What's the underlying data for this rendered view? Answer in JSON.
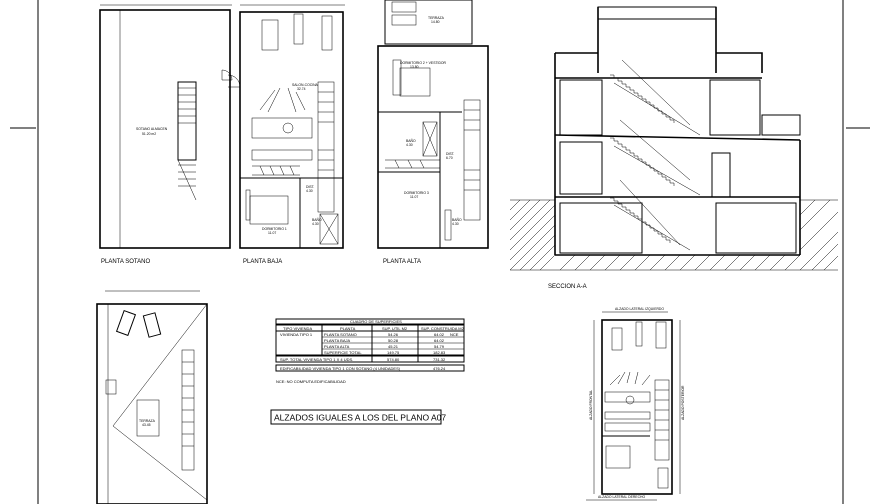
{
  "plans": {
    "sotano": {
      "title": "PLANTA SOTANO",
      "room": "SOTANO ALMACEN",
      "area": "51.20 m2"
    },
    "baja": {
      "title": "PLANTA BAJA",
      "rooms": [
        {
          "name": "SALON-COCINA",
          "area": "32.74"
        },
        {
          "name": "DORMITORIO 1",
          "area": "11.07"
        },
        {
          "name": "BAÑO",
          "area": "4.30"
        },
        {
          "name": "DIST.",
          "area": "4.30"
        }
      ]
    },
    "alta": {
      "title": "PLANTA ALTA",
      "rooms": [
        {
          "name": "TERRAZA",
          "area": "14.80"
        },
        {
          "name": "DORMITORIO 2 + VESTIDOR",
          "area": "13.80"
        },
        {
          "name": "BAÑO",
          "area": "4.30"
        },
        {
          "name": "DIST.",
          "area": "6.70"
        },
        {
          "name": "DORMITORIO 3",
          "area": "11.07"
        },
        {
          "name": "BAÑO",
          "area": "4.30"
        }
      ]
    },
    "cubierta": {
      "room": "TERRAZA",
      "area": "43.45"
    },
    "alzados": {
      "top": "ALZADO LATERAL IZQUIERDO",
      "left": "ALZADO FRONTAL",
      "right": "ALZADO POSTERIOR",
      "bottom": "ALZADO LATERAL DERECHO"
    }
  },
  "section": {
    "title": "SECCION A-A"
  },
  "table": {
    "title": "CUADRO DE SUPERFICIES",
    "headers": [
      "TIPO VIVIENDA",
      "PLANTA",
      "SUP. UTIL M2",
      "SUP. CONSTRUIDA M2"
    ],
    "type": "VIVIENDA TIPO 1",
    "rows": [
      {
        "planta": "PLANTA SOTANO",
        "util": "54.26",
        "construida": "64.02",
        "note": "NCE"
      },
      {
        "planta": "PLANTA BAJA",
        "util": "50.28",
        "construida": "64.02",
        "note": ""
      },
      {
        "planta": "PLANTA ALTA",
        "util": "45.21",
        "construida": "54.79",
        "note": ""
      },
      {
        "planta": "SUPERFICIE TOTAL",
        "util": "149.75",
        "construida": "182.83",
        "note": ""
      }
    ],
    "total": {
      "label": "SUP. TOTAL VIVIENDA TIPO 1 X 4 UDS.",
      "util": "574.80",
      "construida": "731.32"
    },
    "edificabilidad": {
      "label": "EDIFICABILIDAD VIVIENDA TIPO 1 CON SOTANO (4 UNIDADES)",
      "value": "476.24"
    },
    "note": "NCE: NO COMPUTA EDIFICABILIDAD"
  },
  "notice": "ALZADOS IGUALES A LOS DEL PLANO A07"
}
